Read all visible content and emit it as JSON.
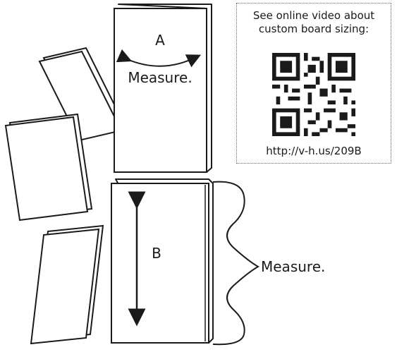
{
  "panel_a": {
    "letter": "A",
    "caption": "Measure."
  },
  "panel_b": {
    "letter": "B",
    "caption": "Measure."
  },
  "qr_callout": {
    "title_line1": "See online video about",
    "title_line2": "custom board sizing:",
    "url": "http://v-h.us/209B"
  },
  "colors": {
    "ink": "#1a1a1a",
    "paper": "#ffffff",
    "dotted_border": "#666666"
  }
}
